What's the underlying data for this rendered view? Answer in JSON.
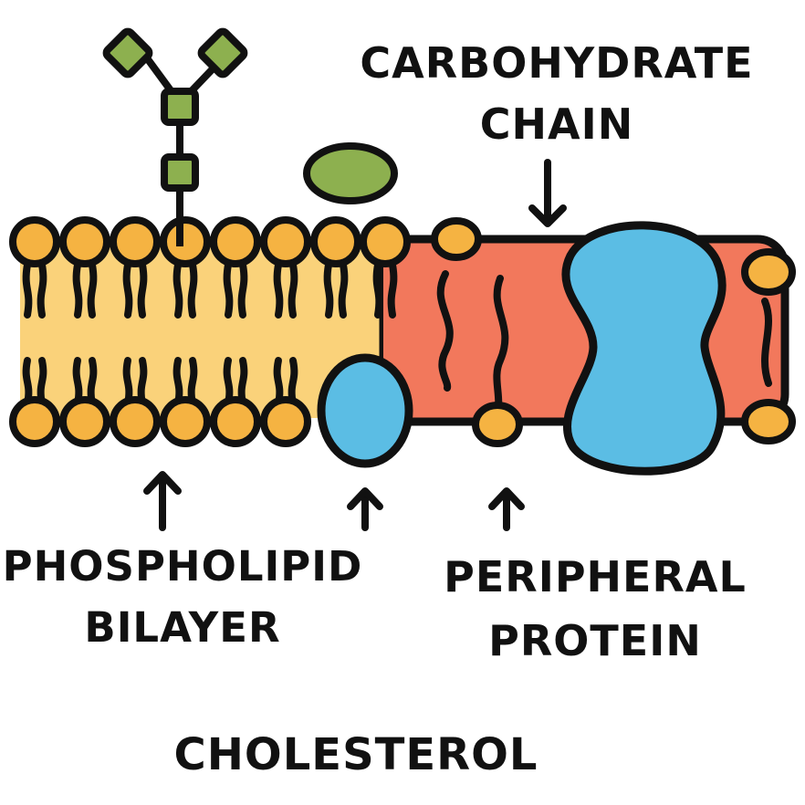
{
  "labels": {
    "carbohydrate_chain_line1": "CARBOHYDRATE",
    "carbohydrate_chain_line2": "CHAIN",
    "phospholipid_bilayer_line1": "PHOSPHOLIPID",
    "phospholipid_bilayer_line2": "BILAYER",
    "peripheral_protein_line1": "PERIPHERAL",
    "peripheral_protein_line2": "PROTEIN",
    "cholesterol": "CHOLESTEROL"
  },
  "colors": {
    "outline": "#111111",
    "lipid_head": "#F5B342",
    "bilayer_interior": "#FAD27A",
    "protein_region": "#F2785C",
    "protein": "#5BBDE4",
    "carbohydrate": "#8DB04F"
  }
}
